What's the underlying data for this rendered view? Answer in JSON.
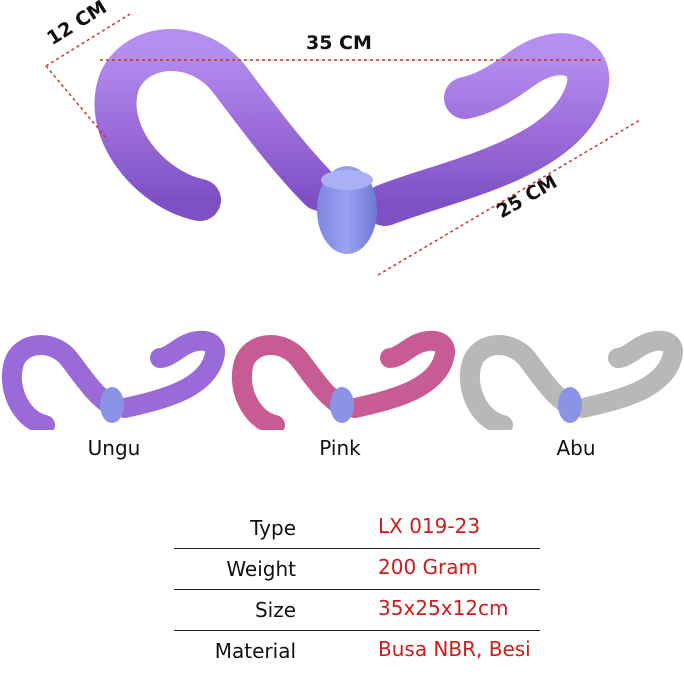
{
  "product": {
    "dimensions": {
      "width_label": "12 CM",
      "length_label": "35 CM",
      "height_label": "25 CM"
    },
    "variants": [
      {
        "label": "Ungu",
        "color": "#9a6ad8"
      },
      {
        "label": "Pink",
        "color": "#c75c95"
      },
      {
        "label": "Abu",
        "color": "#b8b8b8"
      }
    ],
    "hub_color": "#8a93e6",
    "dimension_line_color": "#c0392b"
  },
  "specs": [
    {
      "key": "Type",
      "value": "LX 019-23"
    },
    {
      "key": "Weight",
      "value": "200 Gram"
    },
    {
      "key": "Size",
      "value": "35x25x12cm"
    },
    {
      "key": "Material",
      "value": "Busa NBR, Besi"
    }
  ],
  "accent": {
    "spec_value_color": "#d11a1a"
  }
}
